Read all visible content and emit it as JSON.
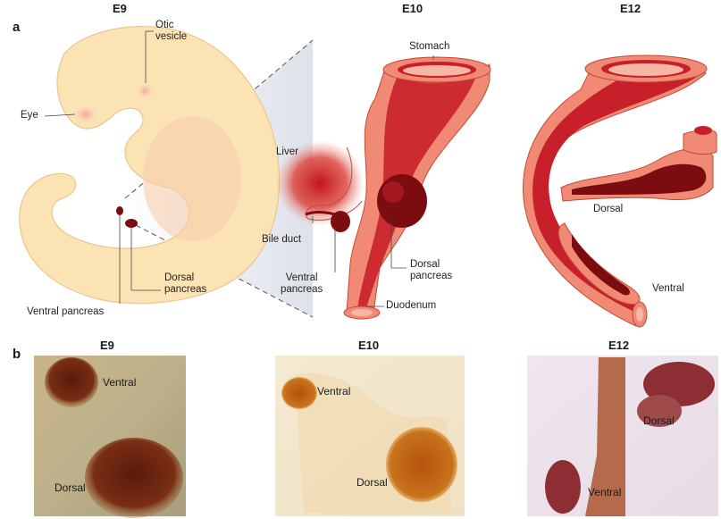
{
  "panel_a": {
    "letter": "a",
    "stages": [
      "E9",
      "E10",
      "E12"
    ],
    "labels": {
      "otic": "Otic\nvesicle",
      "eye": "Eye",
      "ventral_pancreas_e9": "Ventral pancreas",
      "dorsal_pancreas_e9": "Dorsal\npancreas",
      "stomach": "Stomach",
      "liver": "Liver",
      "bile_duct": "Bile duct",
      "ventral_pancreas_e10": "Ventral\npancreas",
      "dorsal_pancreas_e10": "Dorsal\npancreas",
      "duodenum": "Duodenum",
      "dorsal_e12": "Dorsal",
      "ventral_e12": "Ventral"
    }
  },
  "panel_b": {
    "letter": "b",
    "stages": [
      "E9",
      "E10",
      "E12"
    ],
    "labels": {
      "e9_ventral": "Ventral",
      "e9_dorsal": "Dorsal",
      "e10_ventral": "Ventral",
      "e10_dorsal": "Dorsal",
      "e12_dorsal": "Dorsal",
      "e12_ventral": "Ventral"
    }
  },
  "colors": {
    "embryo": "#fbe3b4",
    "tissue_outer": "#f08a74",
    "tissue_inner": "#c8202a",
    "tissue_dark": "#7c0c10",
    "wedge": "#dfe3ea"
  }
}
